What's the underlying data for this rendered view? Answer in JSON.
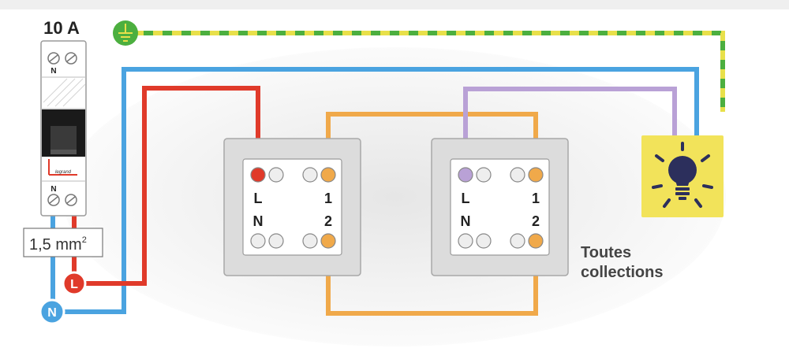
{
  "breaker": {
    "rating": "10 A",
    "top_terminal_label": "N",
    "bottom_terminal_label": "N",
    "brand": "legrand",
    "cable_section": "1,5 mm",
    "cable_section_superscript": "2"
  },
  "supply_markers": {
    "line": "L",
    "neutral": "N"
  },
  "switch_1": {
    "label_line": "L",
    "label_neutral": "N",
    "label_1": "1",
    "label_2": "2"
  },
  "switch_2": {
    "label_line": "L",
    "label_neutral": "N",
    "label_1": "1",
    "label_2": "2"
  },
  "caption": {
    "line1": "Toutes",
    "line2": "collections"
  },
  "colors": {
    "phase": "#e03a2a",
    "neutral": "#4aa3e0",
    "traveler": "#f0a94a",
    "return": "#b9a1d6",
    "earth_green": "#4caf3f",
    "earth_yellow": "#e8e04a",
    "lamp_bg": "#f2e35a",
    "lamp_bulb": "#2c2f5c",
    "plate": "#dcdcdc"
  },
  "icons": [
    "earth-icon",
    "lightbulb-icon"
  ]
}
